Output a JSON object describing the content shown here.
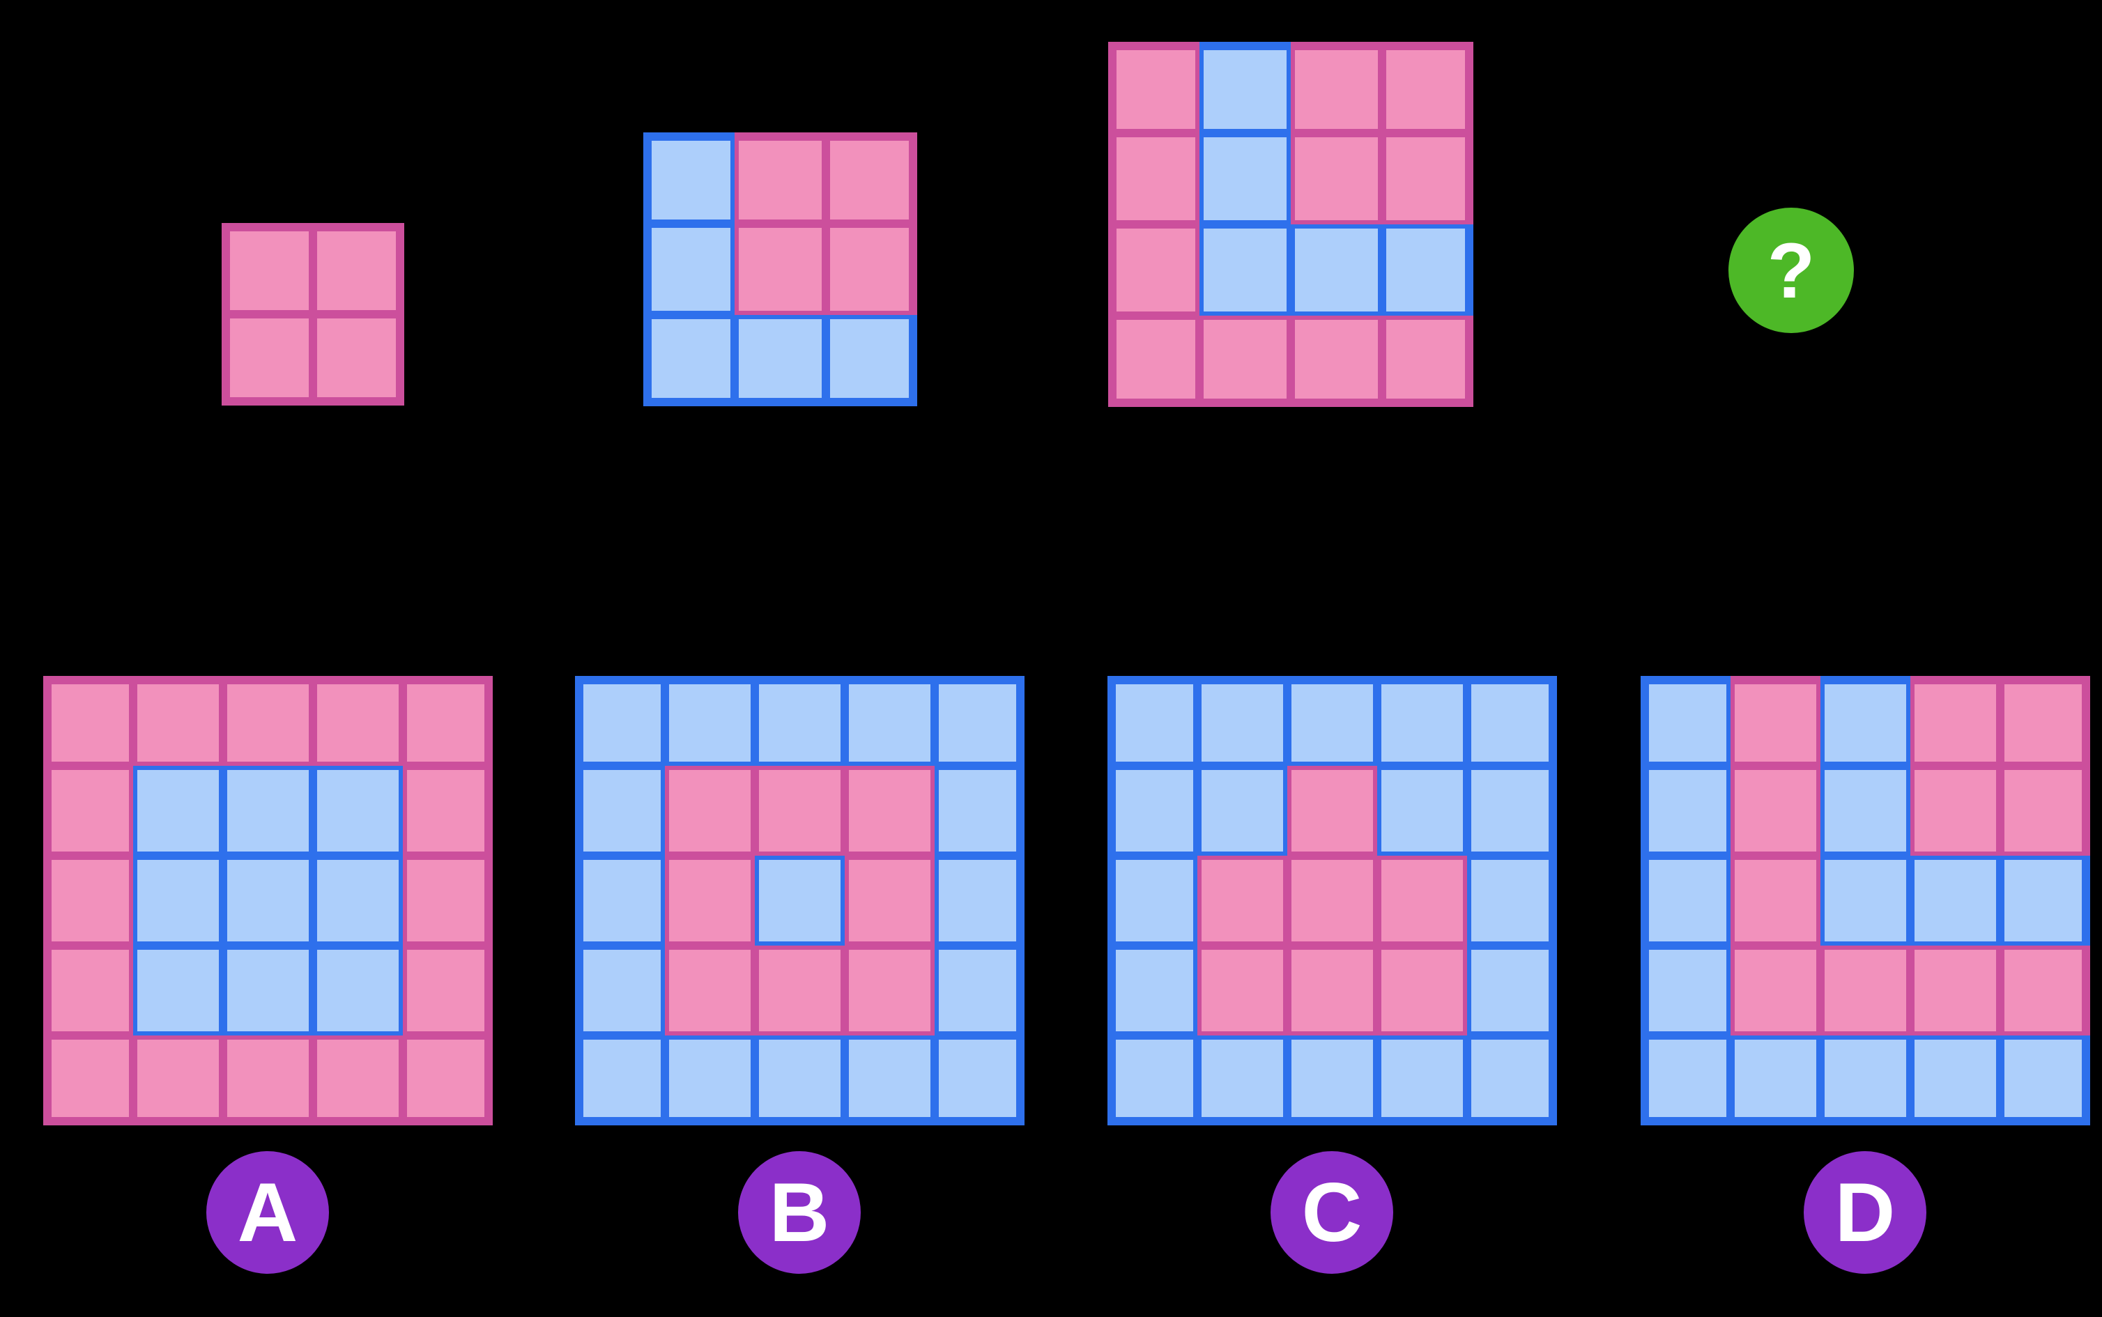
{
  "colors": {
    "background": "#000000",
    "pink_fill": "#F291BC",
    "pink_border": "#CC4F9C",
    "blue_fill": "#ADCFFB",
    "blue_border": "#2E70EC",
    "green": "#4DB827",
    "purple": "#8B2FC9",
    "white": "#FFFFFF"
  },
  "cell_legend": {
    "P": {
      "fill": "#F291BC",
      "border": "#CC4F9C"
    },
    "B": {
      "fill": "#ADCFFB",
      "border": "#2E70EC"
    }
  },
  "sequence": {
    "grids": [
      {
        "name": "grid-2x2",
        "size": 2,
        "rows": [
          "PP",
          "PP"
        ]
      },
      {
        "name": "grid-3x3",
        "size": 3,
        "rows": [
          "BPP",
          "BPP",
          "BBB"
        ]
      },
      {
        "name": "grid-4x4",
        "size": 4,
        "rows": [
          "PBPP",
          "PBPP",
          "PBBB",
          "PPPP"
        ]
      }
    ],
    "unknown_symbol": "?"
  },
  "options": [
    {
      "label": "A",
      "size": 5,
      "rows": [
        "PPPPP",
        "PBBBP",
        "PBBBP",
        "PBBBP",
        "PPPPP"
      ]
    },
    {
      "label": "B",
      "size": 5,
      "rows": [
        "BBBBB",
        "BPPPB",
        "BPBPB",
        "BPPPB",
        "BBBBB"
      ]
    },
    {
      "label": "C",
      "size": 5,
      "rows": [
        "BBBBB",
        "BBPBB",
        "BPPPB",
        "BPPPB",
        "BBBBB"
      ]
    },
    {
      "label": "D",
      "size": 5,
      "rows": [
        "BPBPP",
        "BPBPP",
        "BPBBB",
        "BPPPP",
        "BBBBB"
      ]
    }
  ]
}
